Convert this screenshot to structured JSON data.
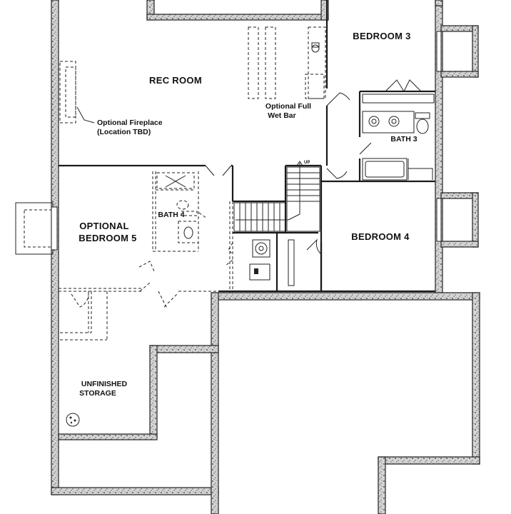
{
  "rooms": {
    "rec_room": "REC ROOM",
    "bedroom_3": "BEDROOM 3",
    "bath_3": "BATH 3",
    "bedroom_4": "BEDROOM 4",
    "bath_4": "BATH 4",
    "optional_bedroom_5_line1": "OPTIONAL",
    "optional_bedroom_5_line2": "BEDROOM 5",
    "unfinished_storage_line1": "UNFINISHED",
    "unfinished_storage_line2": "STORAGE"
  },
  "notes": {
    "fireplace_line1": "Optional Fireplace",
    "fireplace_line2": "(Location TBD)",
    "wet_bar_line1": "Optional Full",
    "wet_bar_line2": "Wet Bar",
    "stair_up": "UP"
  }
}
